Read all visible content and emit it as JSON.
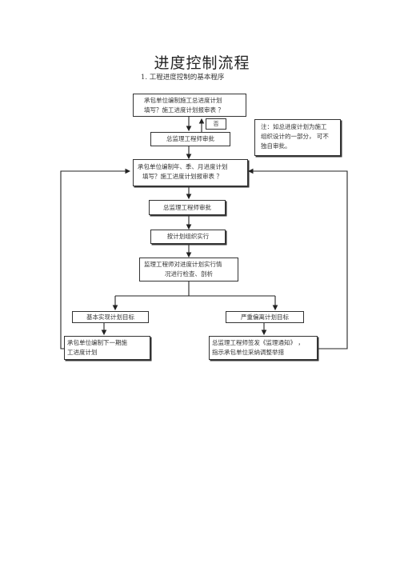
{
  "title": "进度控制流程",
  "subtitle": "1.  工程进度控制的基本程序",
  "flow": {
    "step1": {
      "line1": "承包单位编制施工总进度计划",
      "line2": "填写？施工进度计划报审表   ？"
    },
    "no_label": "否",
    "note": {
      "line1": "注：如总进度计划为施工",
      "line2": "组织设计的一部分，  可不",
      "line3": "独自审批。"
    },
    "step2": "总监理工程师审批",
    "step3": {
      "line1": "承包单位编制年、季、月进度计划",
      "line2": "填写？施工进度计划报审表     ？"
    },
    "step4": "总监理工程师审批",
    "step5": "按计划组织实行",
    "step6": {
      "line1": "监理工程师对进度计划实行情",
      "line2": "况进行检查、剖析"
    },
    "left_branch": "基本实现计划目标",
    "right_branch": "严重偏离计划目标",
    "left_action": {
      "line1": "承包单位编制下一期施",
      "line2": "工进度计划"
    },
    "right_action": {
      "line1": "总监理工程师签发《监理通知》      ，",
      "line2": "指示承包单位采纳调整举措"
    }
  }
}
